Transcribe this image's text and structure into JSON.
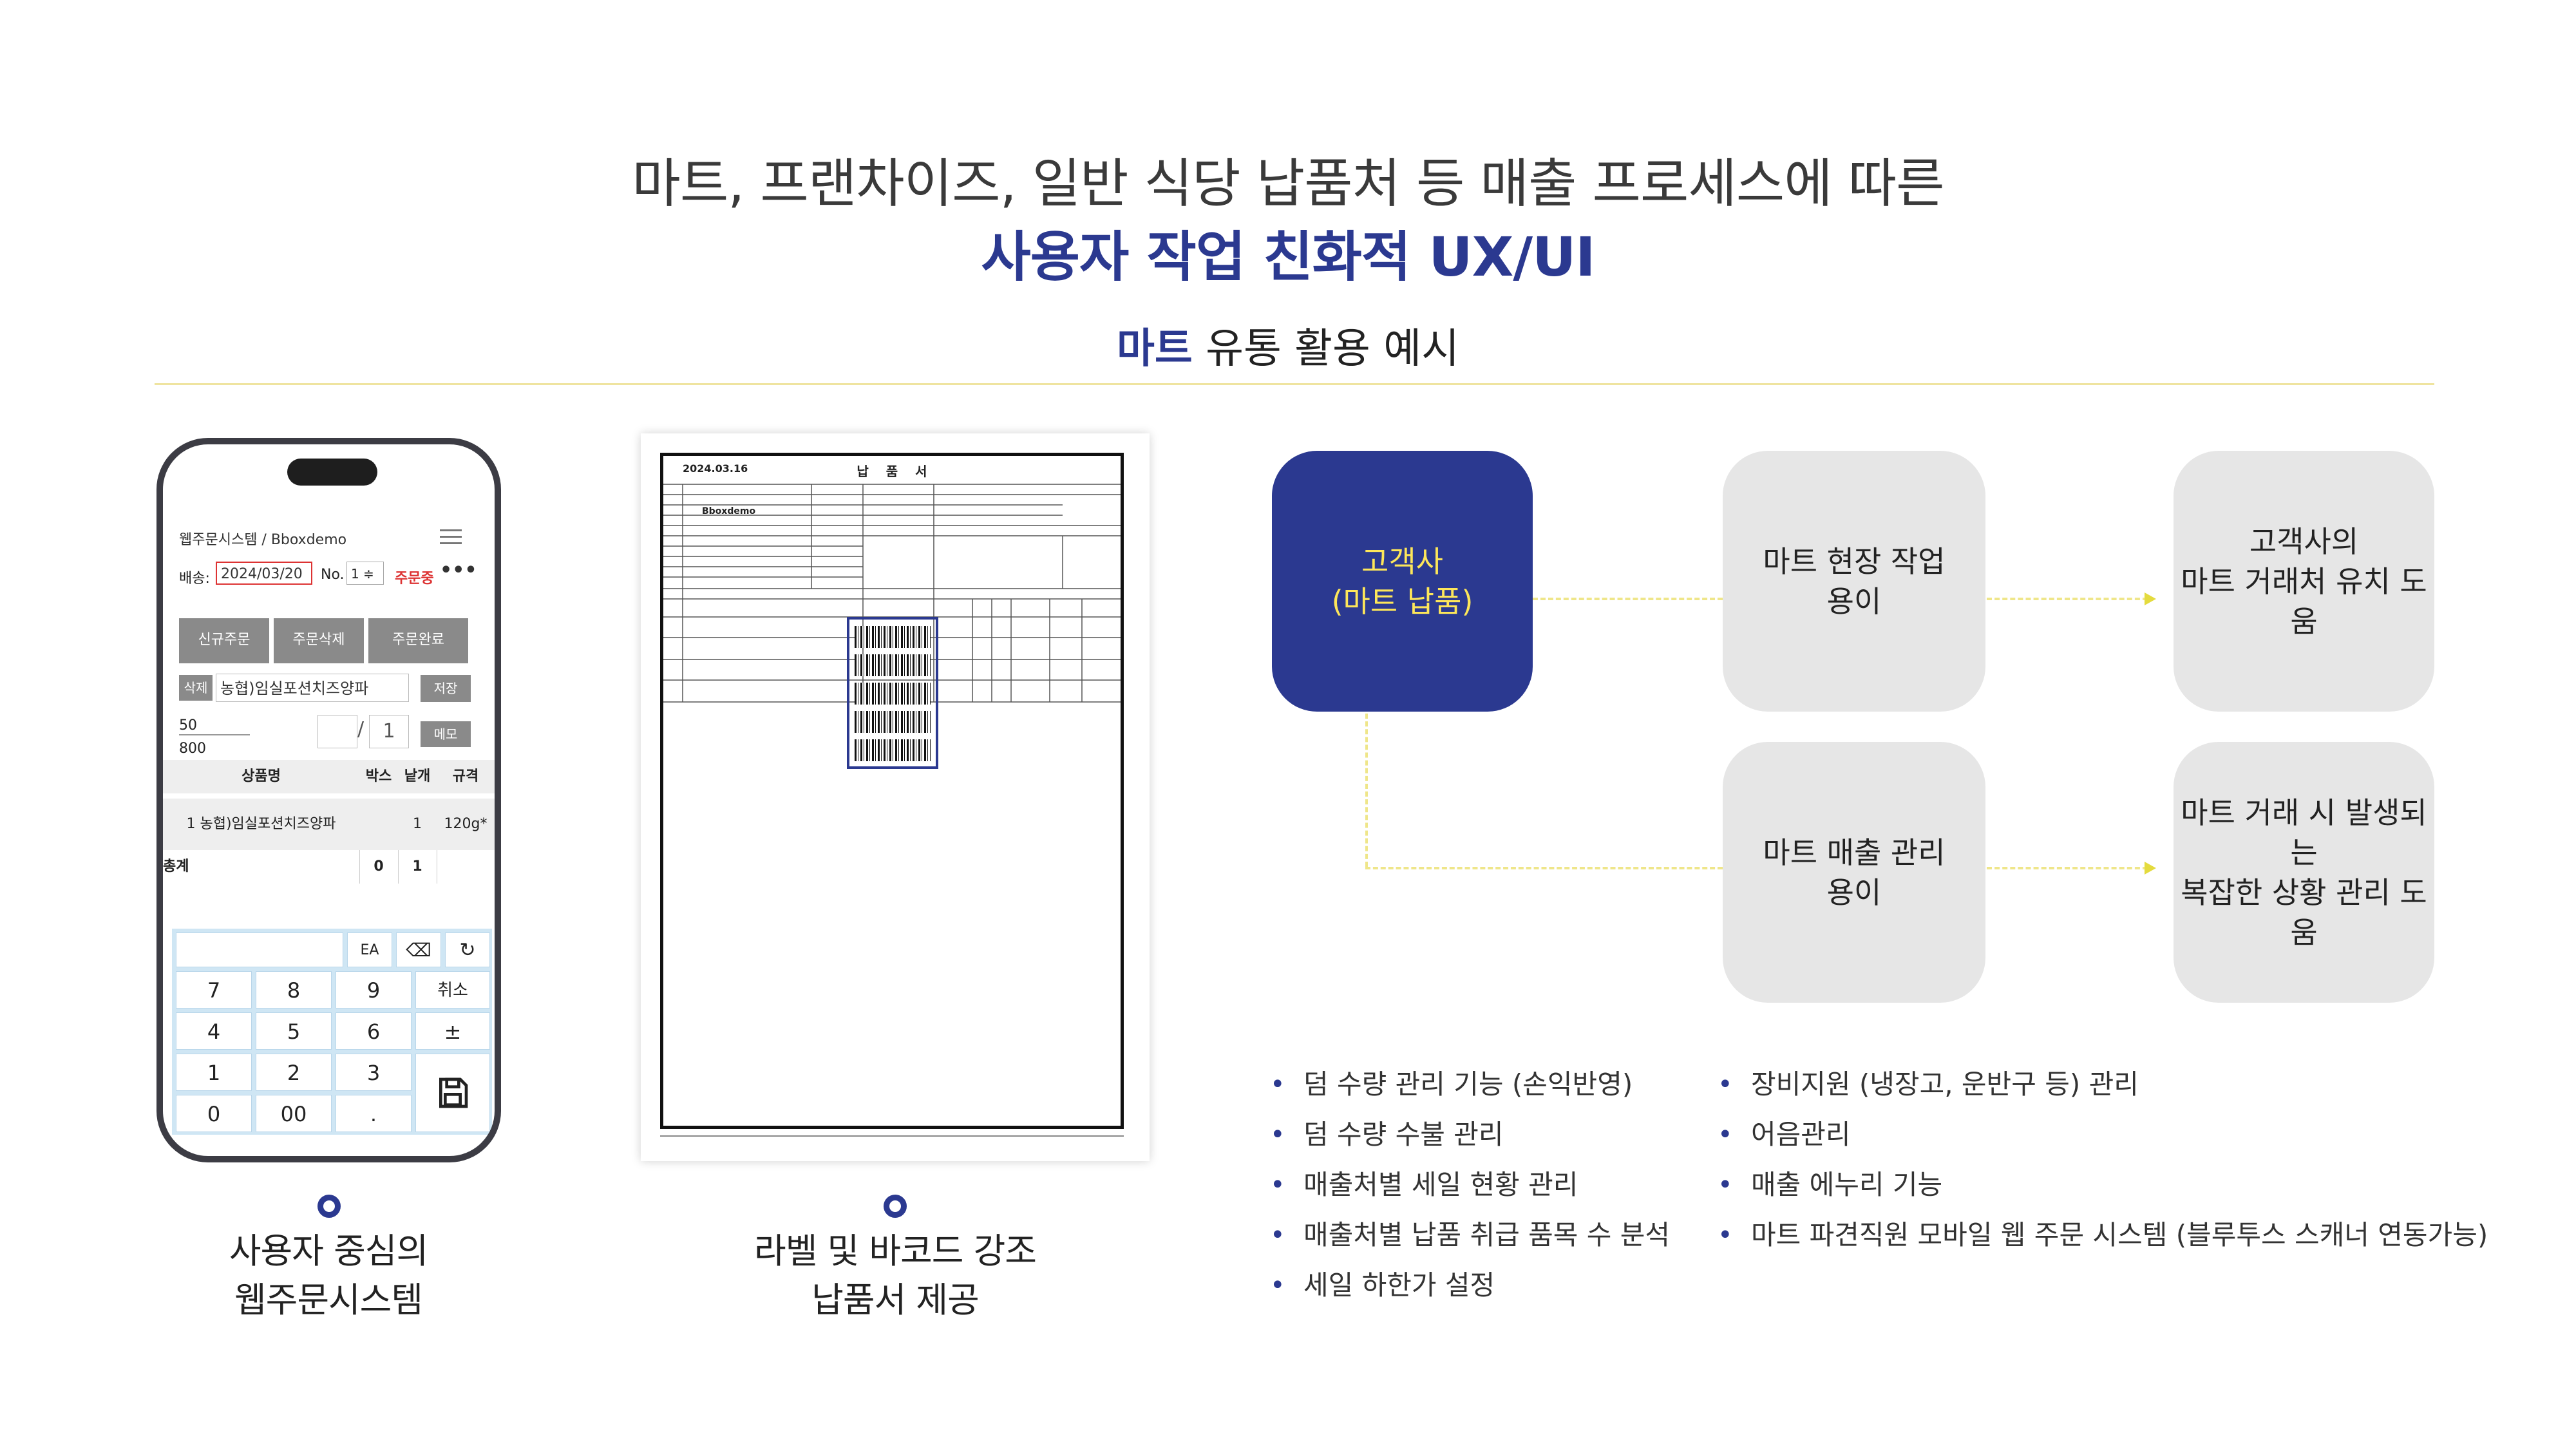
{
  "header": {
    "title_line1": "마트, 프랜차이즈, 일반 식당 납품처 등 매출 프로세스에 따른",
    "title_line2": "사용자 작업 친화적 UX/UI",
    "subtitle_highlight": "마트",
    "subtitle_rest": " 유통 활용 예시"
  },
  "phone": {
    "app_title": "웹주문시스템 / Bboxdemo",
    "delivery_label": "배송:",
    "delivery_date": "2024/03/20",
    "no_label": "No.",
    "no_value": "1 ≑",
    "status": "주문중",
    "more": "•••",
    "buttons": [
      "신규주문",
      "주문삭제",
      "주문완료"
    ],
    "delete_label": "삭제",
    "product_value": "농협)임실포션치즈양파",
    "save_label": "저장",
    "qty_top": "50",
    "qty_bottom": "800",
    "qty_slash": "/",
    "qty_total": "1",
    "memo_label": "메모",
    "table_headers": [
      "상품명",
      "박스",
      "낱개",
      "규격"
    ],
    "row": {
      "name": "1   농협)임실포션치즈양파",
      "box": "",
      "each": "1",
      "spec": "120g*"
    },
    "sum": {
      "label": "총계",
      "box": "0",
      "each": "1"
    },
    "keypad": {
      "unit": "EA",
      "rows": [
        [
          "7",
          "8",
          "9",
          "취소"
        ],
        [
          "4",
          "5",
          "6",
          "±"
        ],
        [
          "1",
          "2",
          "3"
        ],
        [
          "0",
          "00",
          "."
        ]
      ]
    }
  },
  "document": {
    "title": "납 품 서",
    "date": "2024.03.16",
    "company": "Bboxdemo"
  },
  "captions": {
    "left_line1": "사용자 중심의",
    "left_line2": "웹주문시스템",
    "mid_line1": "라벨 및 바코드 강조",
    "mid_line2": "납품서 제공"
  },
  "flow": {
    "customer_line1": "고객사",
    "customer_line2": "(마트 납품)",
    "site_line1": "마트 현장 작업",
    "site_line2": "용이",
    "sales_line1": "마트 매출 관리",
    "sales_line2": "용이",
    "attract_line1": "고객사의",
    "attract_line2": "마트 거래처 유치 도움",
    "complex_line1": "마트 거래 시  발생되는",
    "complex_line2": "복잡한 상황 관리 도움"
  },
  "features_left": [
    "덤 수량 관리 기능 (손익반영)",
    "덤 수량 수불 관리",
    "매출처별 세일 현황 관리",
    "매출처별 납품 취급 품목 수 분석",
    "세일 하한가 설정"
  ],
  "features_right": [
    "장비지원 (냉장고, 운반구 등) 관리",
    "어음관리",
    "매출 에누리 기능",
    "마트 파견직원 모바일 웹 주문 시스템 (블루투스 스캐너 연동가능)"
  ],
  "colors": {
    "navy": "#2b3990",
    "accent_yellow": "#fde65a",
    "card_gray": "#e6e6e6"
  }
}
